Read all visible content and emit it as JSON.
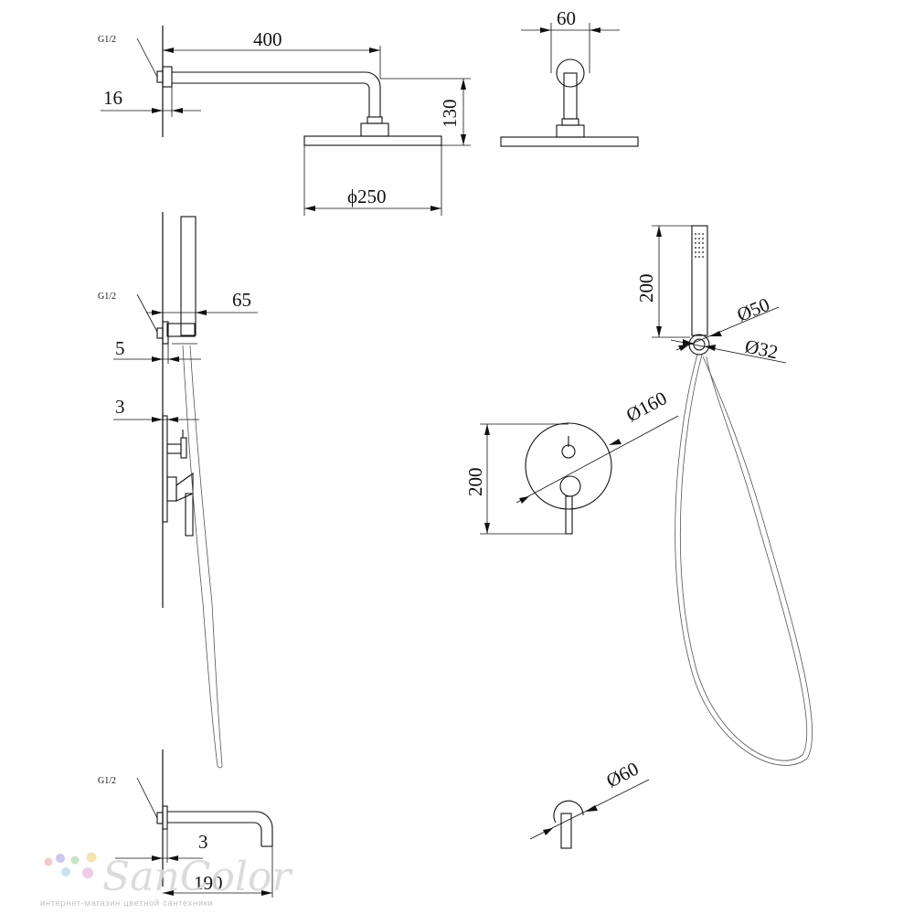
{
  "labels": {
    "thread_top": "G1/2",
    "thread_middle": "G1/2",
    "thread_bottom": "G1/2",
    "arm_length": "400",
    "wall_offset_top": "16",
    "drop_height": "130",
    "shower_head_diameter": "ϕ250",
    "wall_flange_width": "60",
    "holder_projection": "65",
    "holder_offset": "5",
    "mixer_offset": "3",
    "hand_shower_length": "200",
    "hand_shower_head_diameter": "Ø50",
    "hand_shower_base_diameter": "Ø32",
    "mixer_plate_diameter": "Ø160",
    "mixer_height": "200",
    "spout_flange_diameter": "Ø60",
    "spout_offset": "3",
    "spout_length": "190"
  },
  "brand": {
    "name": "SanColor",
    "tagline": "интернет-магазин цветной сантехники",
    "dot_colors": [
      "#f6c5c5",
      "#c9c3ee",
      "#bfe3c0",
      "#f3e3a6",
      "#bfe0f2",
      "#eec6e6"
    ]
  }
}
